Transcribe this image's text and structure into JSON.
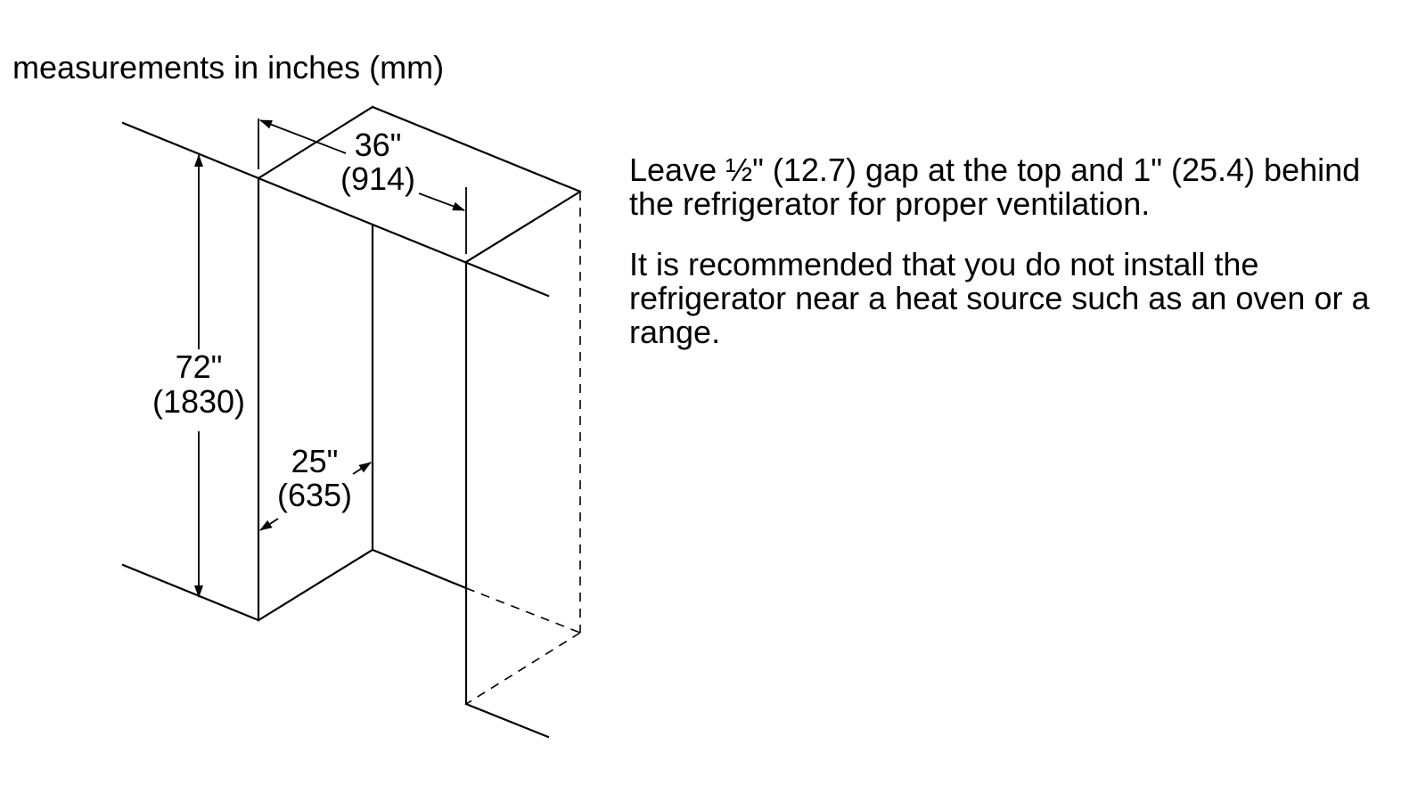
{
  "heading": "measurements in inches (mm)",
  "dimensions": {
    "width": {
      "inches": "36\"",
      "mm": "(914)"
    },
    "height": {
      "inches": "72\"",
      "mm": "(1830)"
    },
    "depth": {
      "inches": "25\"",
      "mm": "(635)"
    }
  },
  "notes": [
    "Leave ½\" (12.7) gap at the top and 1\" (25.4) behind the refrigerator for proper ventilation.",
    "It is recommended that you do not install the refrigerator near a heat source such as an oven or a range."
  ]
}
